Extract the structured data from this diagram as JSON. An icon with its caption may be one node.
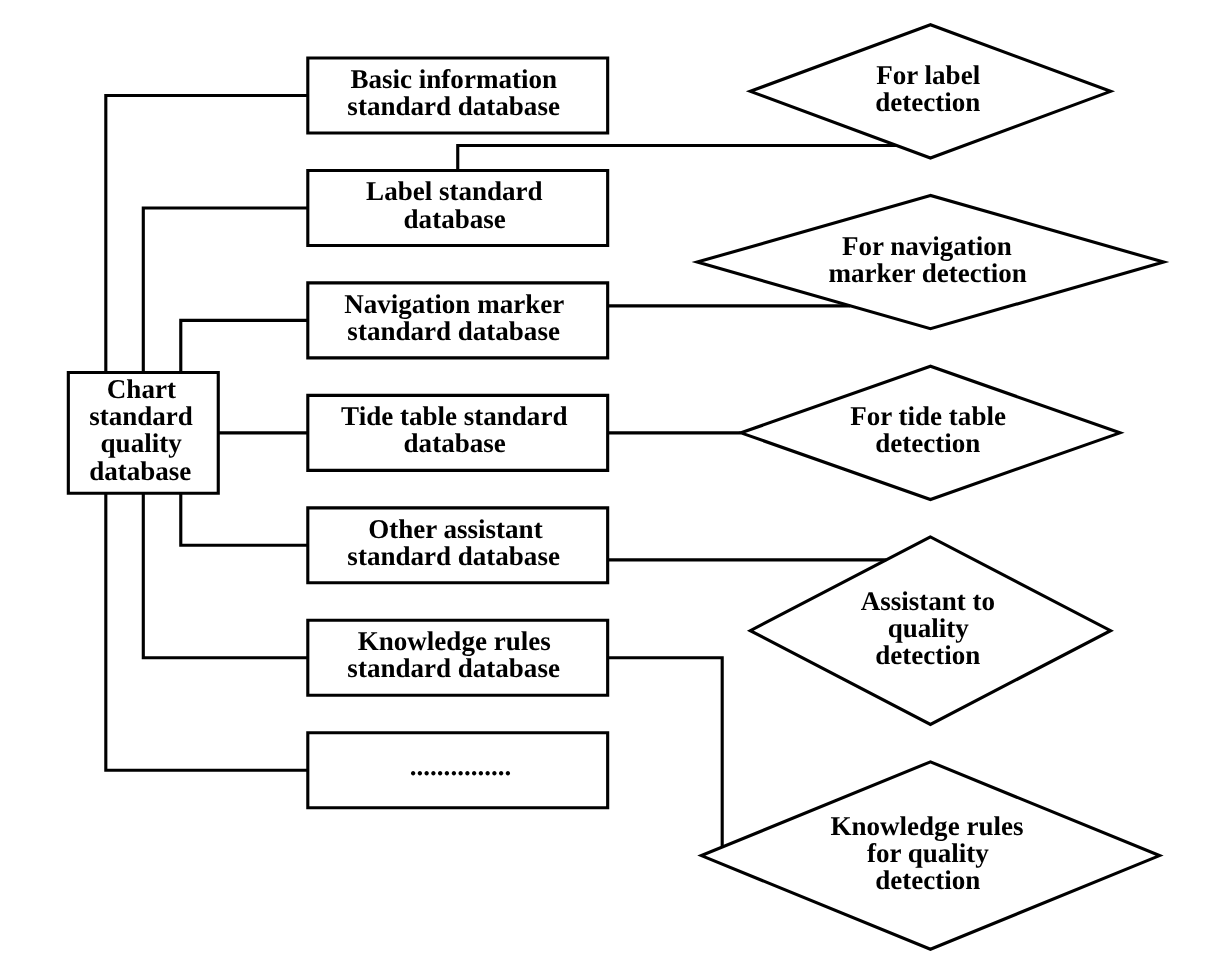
{
  "diagram": {
    "nodes": [
      {
        "text": [
          "Chart standard quality database"
        ]
      },
      {
        "text": [
          "Basic information standard database"
        ]
      },
      {
        "text": [
          "Label standard database"
        ]
      },
      {
        "text": [
          "Navigation marker standard database"
        ]
      },
      {
        "text": [
          "Tide table standard database"
        ]
      },
      {
        "text": [
          "Other assistant standard database"
        ]
      },
      {
        "text": [
          "Knowledge rules standard database"
        ]
      },
      {
        "text": [
          "..............."
        ]
      },
      {
        "text": [
          "For label detection"
        ]
      },
      {
        "text": [
          "For navigation marker detection"
        ]
      },
      {
        "text": [
          "For tide table detection"
        ]
      },
      {
        "text": [
          "Assistant to quality detection"
        ]
      },
      {
        "text": [
          "Knowledge rules for quality detection"
        ]
      }
    ],
    "edges": [
      {
        "from": 0,
        "to": 1,
        "arrow": "none"
      },
      {
        "from": 0,
        "to": 2,
        "arrow": "none"
      },
      {
        "from": 0,
        "to": 3,
        "arrow": "none"
      },
      {
        "from": 0,
        "to": 4,
        "arrow": "none"
      },
      {
        "from": 0,
        "to": 5,
        "arrow": "none"
      },
      {
        "from": 0,
        "to": 6,
        "arrow": "none"
      },
      {
        "from": 0,
        "to": 7,
        "arrow": "none"
      },
      {
        "from": 2,
        "to": 8,
        "arrow": "none"
      },
      {
        "from": 3,
        "to": 9,
        "arrow": "none"
      },
      {
        "from": 4,
        "to": 10,
        "arrow": "none"
      },
      {
        "from": 5,
        "to": 11,
        "arrow": "none"
      },
      {
        "from": 6,
        "to": 12,
        "arrow": "none"
      }
    ]
  }
}
